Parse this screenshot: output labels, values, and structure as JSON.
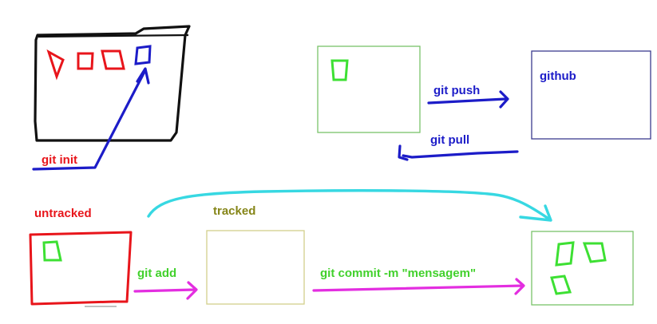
{
  "labels": {
    "git_init": "git init",
    "git_push": "git push",
    "git_pull": "git pull",
    "github": "github",
    "untracked": "untracked",
    "tracked": "tracked",
    "git_add": "git add",
    "git_commit": "git commit -m \"mensagem\""
  },
  "colors": {
    "red": "#e8151b",
    "blue": "#1c1cc8",
    "green_text": "#42d12c",
    "olive": "#858517",
    "cyan": "#37d8e2",
    "magenta": "#e32ee0",
    "file_green": "#3de033",
    "box_green": "#7ac26a",
    "box_navy": "#3b3b8f",
    "box_khaki": "#d2cf8c",
    "black": "#111111"
  }
}
